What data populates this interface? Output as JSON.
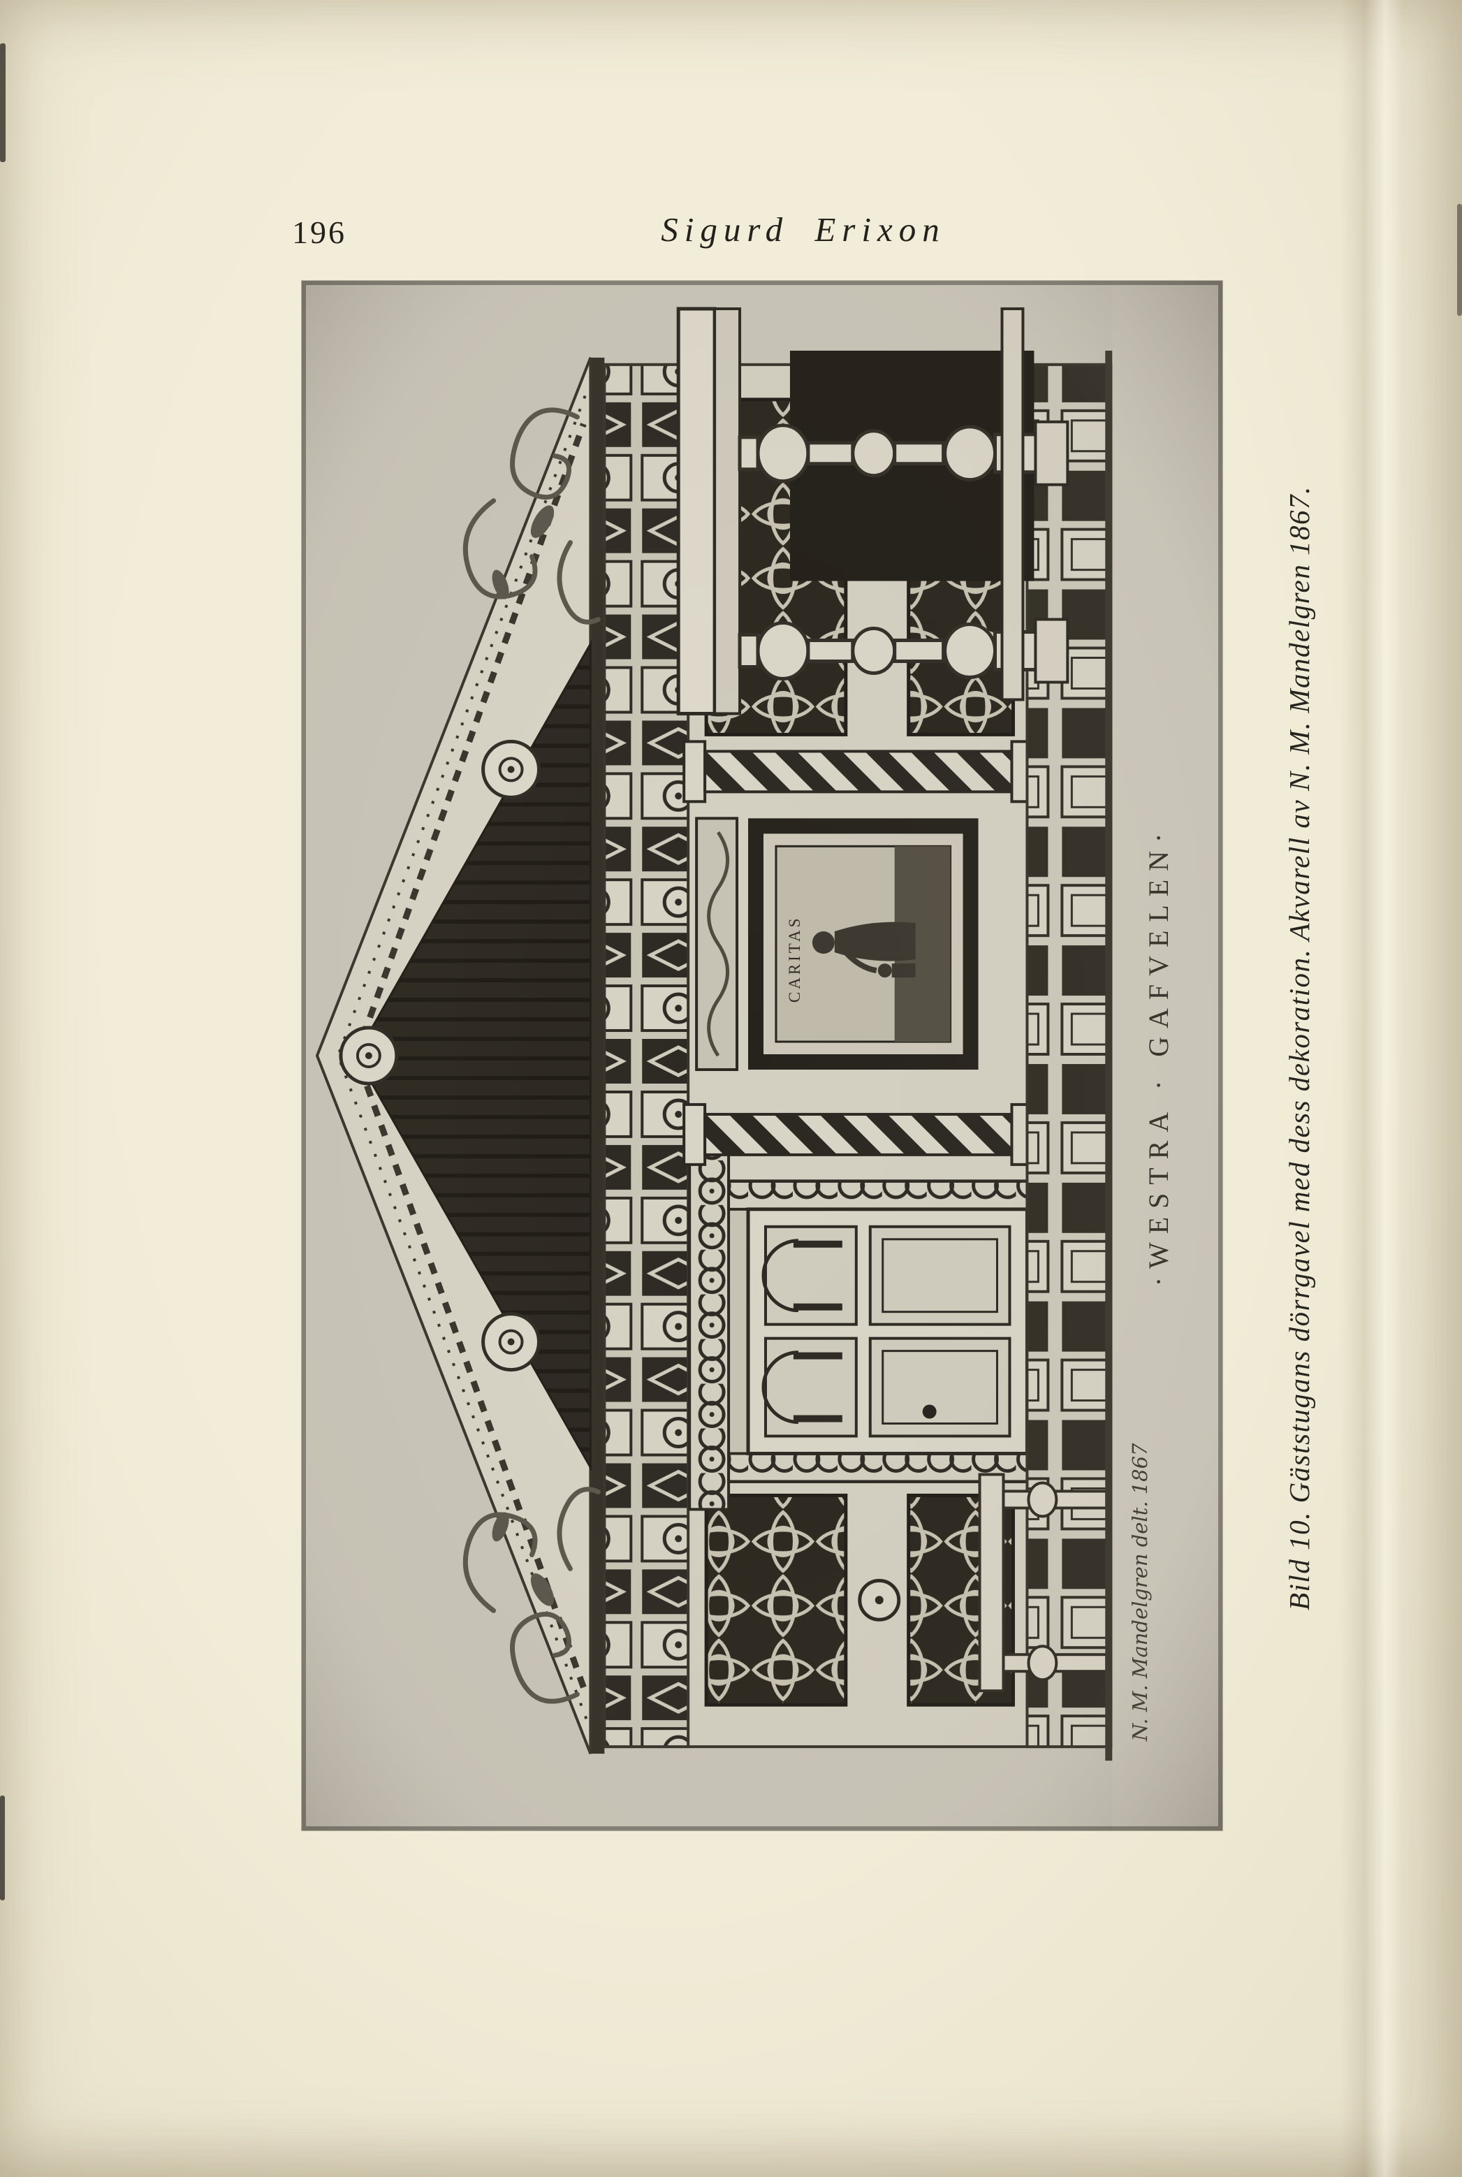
{
  "page": {
    "number": "196",
    "header": "Sigurd Erixon"
  },
  "figure": {
    "caption": "Bild 10. Gäststugans dörrgavel med dess dekoration. Akvarell av N. M. Mandelgren 1867.",
    "artwork": {
      "label": "·WESTRA · GAFVELEN·",
      "picture_label": "CARITAS",
      "signature": "N. M. Mandelgren delt. 1867"
    }
  },
  "colors": {
    "paper": "#f1ecd7",
    "plate_background": "#c9c5b8",
    "ink": "#23211c",
    "artwork_dark": "#2b2720",
    "artwork_light": "#d6d2c4"
  }
}
